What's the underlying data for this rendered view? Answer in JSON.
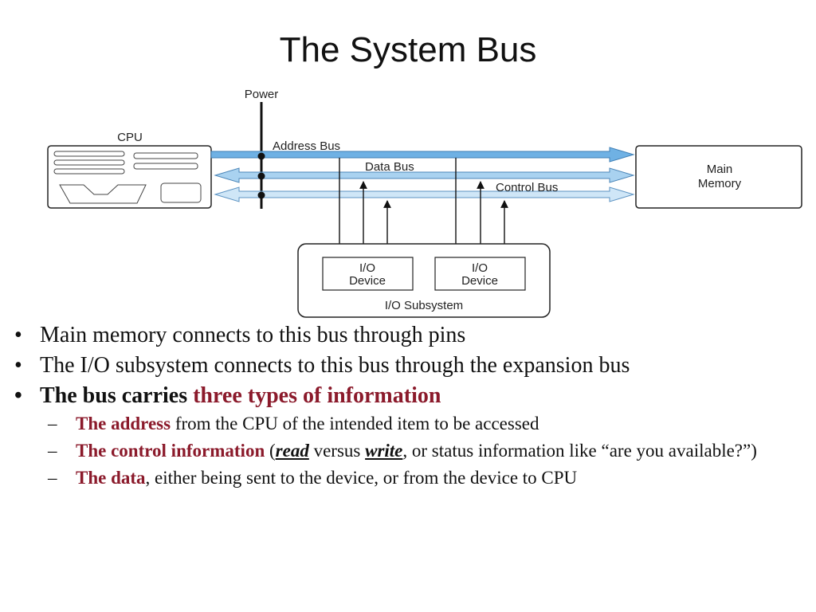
{
  "title": "The System Bus",
  "diagram": {
    "power_label": "Power",
    "cpu_label": "CPU",
    "address_bus_label": "Address Bus",
    "data_bus_label": "Data Bus",
    "control_bus_label": "Control Bus",
    "memory_label_line1": "Main",
    "memory_label_line2": "Memory",
    "io_device_line1": "I/O",
    "io_device_line2": "Device",
    "io_subsystem_label": "I/O Subsystem"
  },
  "bullets": [
    {
      "text": "Main memory connects to this bus through pins"
    },
    {
      "text": "The I/O subsystem connects to this bus through the expansion bus"
    },
    {
      "text_before": "The bus carries ",
      "text_highlight": "three types of information"
    }
  ],
  "sub_bullets": [
    {
      "highlight": "The address",
      "rest": " from the CPU of the intended item to be accessed"
    },
    {
      "highlight": "The control information",
      "part1": " (",
      "read": "read",
      "part2": " versus ",
      "write": "write",
      "part3": ", or status information like “are you available?”)"
    },
    {
      "highlight": "The data",
      "rest": ", either being sent to the device, or from the device to CPU"
    }
  ],
  "colors": {
    "highlight": "#8b1a2b",
    "address_bus": "#6fb1e4",
    "data_bus": "#a9d2f0",
    "control_bus": "#cfe6f7"
  }
}
